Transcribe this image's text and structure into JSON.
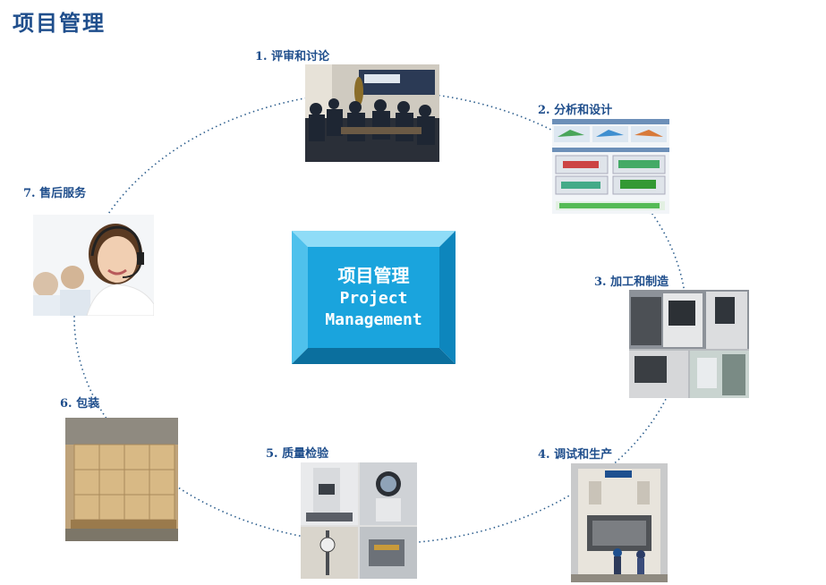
{
  "page_title": "项目管理",
  "center": {
    "title_cn": "项目管理",
    "title_en_1": "Project",
    "title_en_2": "Management"
  },
  "steps": [
    {
      "label": "1. 评审和讨论",
      "photo": "meeting-photo"
    },
    {
      "label": "2. 分析和设计",
      "photo": "simulation-software-photo"
    },
    {
      "label": "3. 加工和制造",
      "photo": "cnc-machines-photo"
    },
    {
      "label": "4.  调试和生产",
      "photo": "press-machine-photo"
    },
    {
      "label": "5.  质量检验",
      "photo": "inspection-photo"
    },
    {
      "label": "6.  包装",
      "photo": "packaging-photo"
    },
    {
      "label": "7.  售后服务",
      "photo": "customer-service-photo"
    }
  ],
  "colors": {
    "title": "#1f4e8c",
    "ring": "#2e5f8e",
    "box_face": "#1aa4dd",
    "box_light": "#8fdcf7",
    "box_dark": "#0b6f9e"
  }
}
